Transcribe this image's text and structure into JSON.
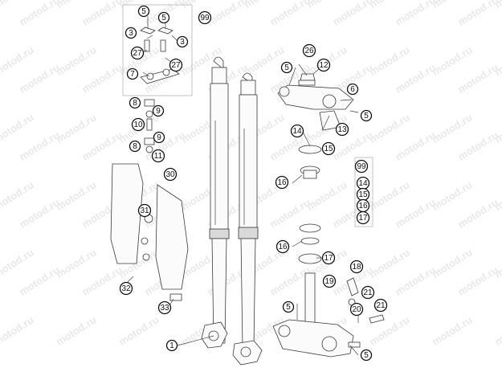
{
  "watermark": "motod.ru",
  "callouts": [
    {
      "id": "c5a",
      "label": "5"
    },
    {
      "id": "c5b",
      "label": "5"
    },
    {
      "id": "c99a",
      "label": "99"
    },
    {
      "id": "c3a",
      "label": "3"
    },
    {
      "id": "c3b",
      "label": "3"
    },
    {
      "id": "c27a",
      "label": "27"
    },
    {
      "id": "c27b",
      "label": "27"
    },
    {
      "id": "c7",
      "label": "7"
    },
    {
      "id": "c26",
      "label": "26"
    },
    {
      "id": "c5c",
      "label": "5"
    },
    {
      "id": "c12",
      "label": "12"
    },
    {
      "id": "c6",
      "label": "6"
    },
    {
      "id": "c5d",
      "label": "5"
    },
    {
      "id": "c8a",
      "label": "8"
    },
    {
      "id": "c9a",
      "label": "9"
    },
    {
      "id": "c10",
      "label": "10"
    },
    {
      "id": "c9b",
      "label": "9"
    },
    {
      "id": "c8b",
      "label": "8"
    },
    {
      "id": "c11",
      "label": "11"
    },
    {
      "id": "c14a",
      "label": "14"
    },
    {
      "id": "c13",
      "label": "13"
    },
    {
      "id": "c15a",
      "label": "15"
    },
    {
      "id": "c30",
      "label": "30"
    },
    {
      "id": "c16a",
      "label": "16"
    },
    {
      "id": "c99b",
      "label": "99"
    },
    {
      "id": "c14b",
      "label": "14"
    },
    {
      "id": "c15b",
      "label": "15"
    },
    {
      "id": "c16b",
      "label": "16"
    },
    {
      "id": "c17a",
      "label": "17"
    },
    {
      "id": "c31",
      "label": "31"
    },
    {
      "id": "c16c",
      "label": "16"
    },
    {
      "id": "c17b",
      "label": "17"
    },
    {
      "id": "c18",
      "label": "18"
    },
    {
      "id": "c19",
      "label": "19"
    },
    {
      "id": "c32",
      "label": "32"
    },
    {
      "id": "c21a",
      "label": "21"
    },
    {
      "id": "c33",
      "label": "33"
    },
    {
      "id": "c20",
      "label": "20"
    },
    {
      "id": "c21b",
      "label": "21"
    },
    {
      "id": "c5e",
      "label": "5"
    },
    {
      "id": "c1",
      "label": "1"
    },
    {
      "id": "c5f",
      "label": "5"
    }
  ]
}
